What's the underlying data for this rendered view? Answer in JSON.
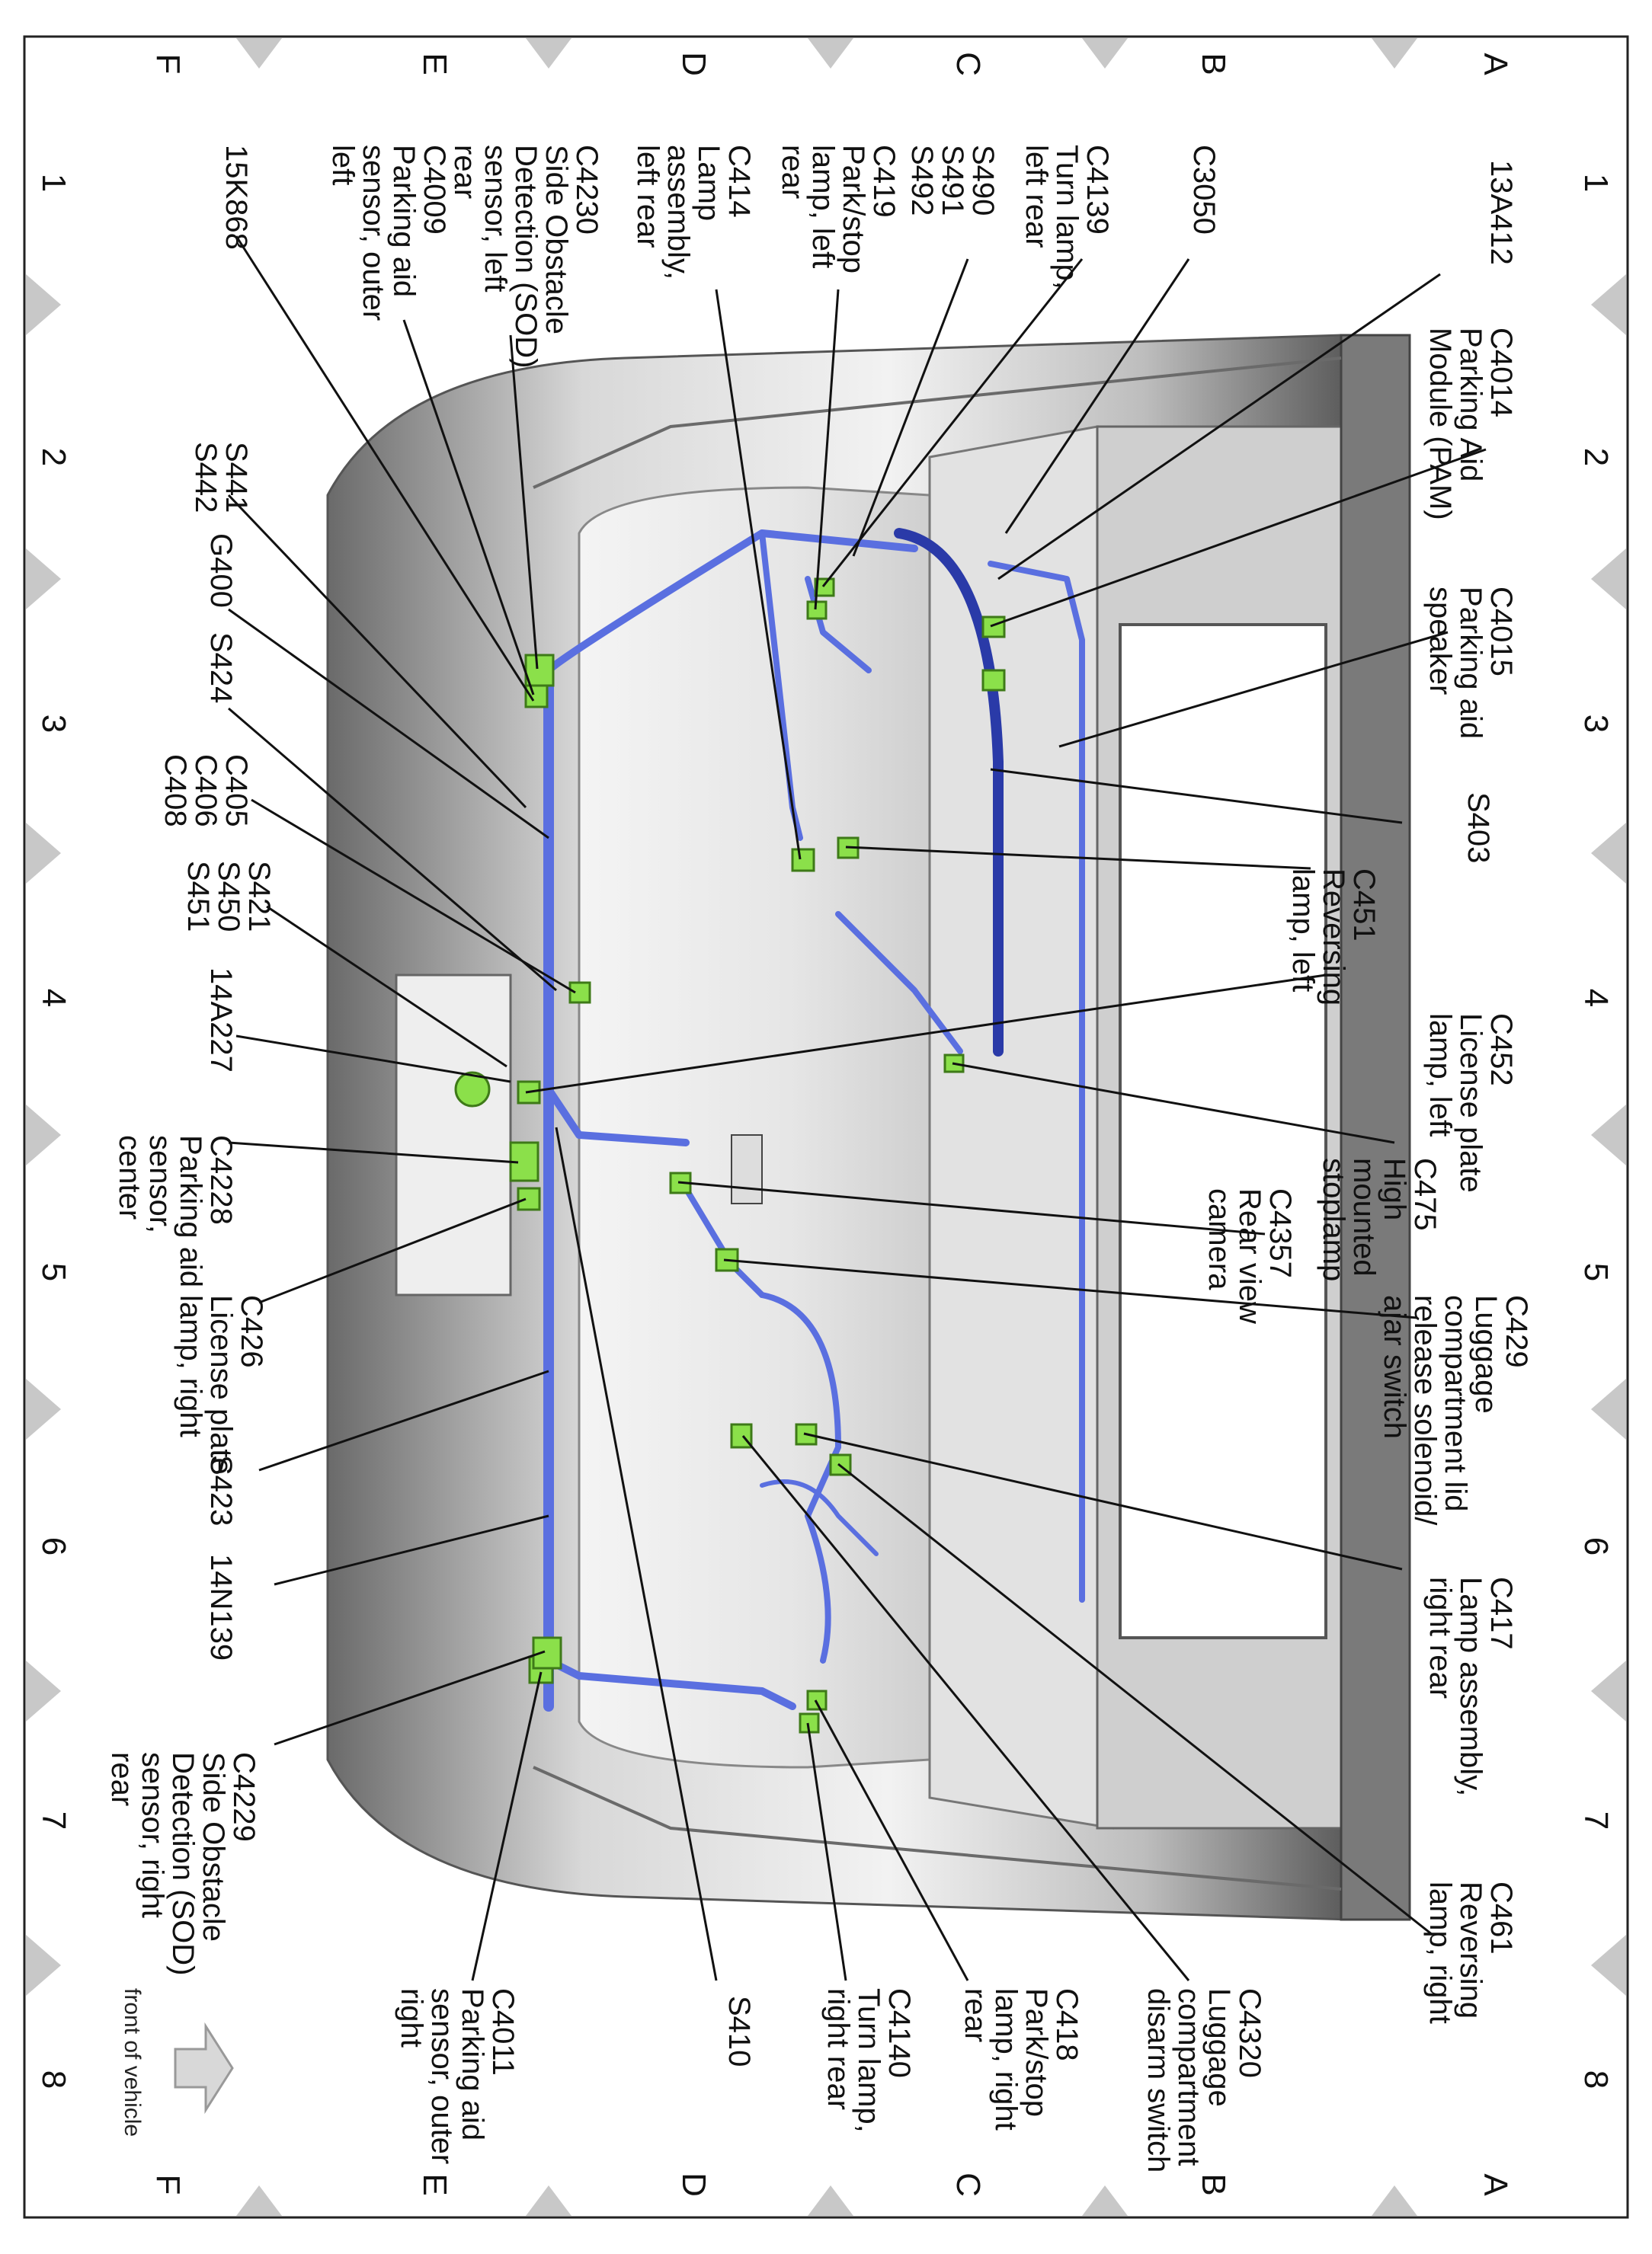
{
  "grid": {
    "cols": [
      "1",
      "2",
      "3",
      "4",
      "5",
      "6",
      "7",
      "8"
    ],
    "rows": [
      "A",
      "B",
      "C",
      "D",
      "E",
      "F"
    ]
  },
  "labels": {
    "c4014": [
      "C4014",
      "Parking Aid",
      "Module (PAM)"
    ],
    "a13412": [
      "13A412"
    ],
    "c3050": [
      "C3050"
    ],
    "c4139": [
      "C4139",
      "Turn lamp,",
      "left rear"
    ],
    "s490": [
      "S490",
      "S491",
      "S492"
    ],
    "c419": [
      "C419",
      "Park/stop",
      "lamp, left",
      "rear"
    ],
    "c414": [
      "C414",
      "Lamp",
      "assembly,",
      "left rear"
    ],
    "c4230": [
      "C4230",
      "Side Obstacle",
      "Detection (SOD)",
      "sensor, left",
      "rear"
    ],
    "c4009": [
      "C4009",
      "Parking aid",
      "sensor, outer",
      "left"
    ],
    "k15868": [
      "15K868"
    ],
    "c4015": [
      "C4015",
      "Parking aid",
      "speaker"
    ],
    "s403": [
      "S403"
    ],
    "c451": [
      "C451",
      "Reversing",
      "lamp, left"
    ],
    "c452": [
      "C452",
      "License plate",
      "lamp, left"
    ],
    "c475": [
      "C475",
      "High",
      "mounted",
      "stoplamp"
    ],
    "c4357": [
      "C4357",
      "Rear view",
      "camera"
    ],
    "c429": [
      "C429",
      "Luggage",
      "compartment lid",
      "release solenoid/",
      "ajar switch"
    ],
    "c417": [
      "C417",
      "Lamp assembly,",
      "right rear"
    ],
    "c461": [
      "C461",
      "Reversing",
      "lamp, right"
    ],
    "c4320": [
      "C4320",
      "Luggage",
      "compartment",
      "disarm switch"
    ],
    "c418": [
      "C418",
      "Park/stop",
      "lamp, right",
      "rear"
    ],
    "c4140": [
      "C4140",
      "Turn lamp,",
      "right rear"
    ],
    "s410": [
      "S410"
    ],
    "c4011": [
      "C4011",
      "Parking aid",
      "sensor, outer",
      "right"
    ],
    "c4229": [
      "C4229",
      "Side Obstacle",
      "Detection (SOD)",
      "sensor, right",
      "rear"
    ],
    "n14139": [
      "14N139"
    ],
    "s423": [
      "S423"
    ],
    "c426": [
      "C426",
      "License plate",
      "lamp, right"
    ],
    "c4228": [
      "C4228",
      "Parking aid",
      "sensor,",
      "center"
    ],
    "s421": [
      "S421",
      "S450",
      "S451"
    ],
    "a14227": [
      "14A227"
    ],
    "c405": [
      "C405",
      "C406",
      "C408"
    ],
    "s424": [
      "S424"
    ],
    "g400": [
      "G400"
    ],
    "s441": [
      "S441",
      "S442"
    ]
  },
  "front_note": "front of vehicle",
  "colors": {
    "harness": "#5a6fe0",
    "harness_dark": "#2a3aa8",
    "connector": "#8be04a",
    "body": "#9a9a9a",
    "marker": "#c8c8c8"
  }
}
